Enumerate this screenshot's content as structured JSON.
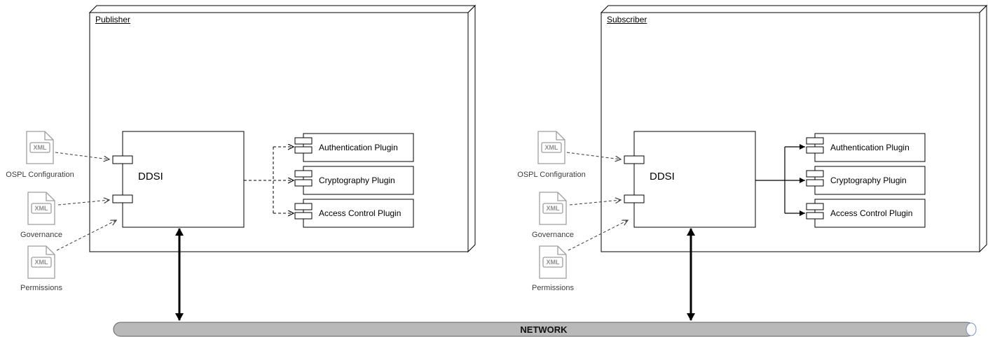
{
  "publisher": {
    "label": "Publisher",
    "component_label": "DDSI",
    "plugins": [
      {
        "label": "Authentication Plugin"
      },
      {
        "label": "Cryptography Plugin"
      },
      {
        "label": "Access Control Plugin"
      }
    ],
    "files": [
      {
        "badge": "XML",
        "label": "OSPL Configuration"
      },
      {
        "badge": "XML",
        "label": "Governance"
      },
      {
        "badge": "XML",
        "label": "Permissions"
      }
    ]
  },
  "subscriber": {
    "label": "Subscriber",
    "component_label": "DDSI",
    "plugins": [
      {
        "label": "Authentication Plugin"
      },
      {
        "label": "Cryptography Plugin"
      },
      {
        "label": "Access Control Plugin"
      }
    ],
    "files": [
      {
        "badge": "XML",
        "label": "OSPL Configuration"
      },
      {
        "badge": "XML",
        "label": "Governance"
      },
      {
        "badge": "XML",
        "label": "Permissions"
      }
    ]
  },
  "network": {
    "label": "NETWORK"
  },
  "colors": {
    "shape_stroke": "#000000",
    "file_icon_gray": "#9e9e9e",
    "network_fill": "#b9b9b9",
    "background": "#ffffff"
  }
}
